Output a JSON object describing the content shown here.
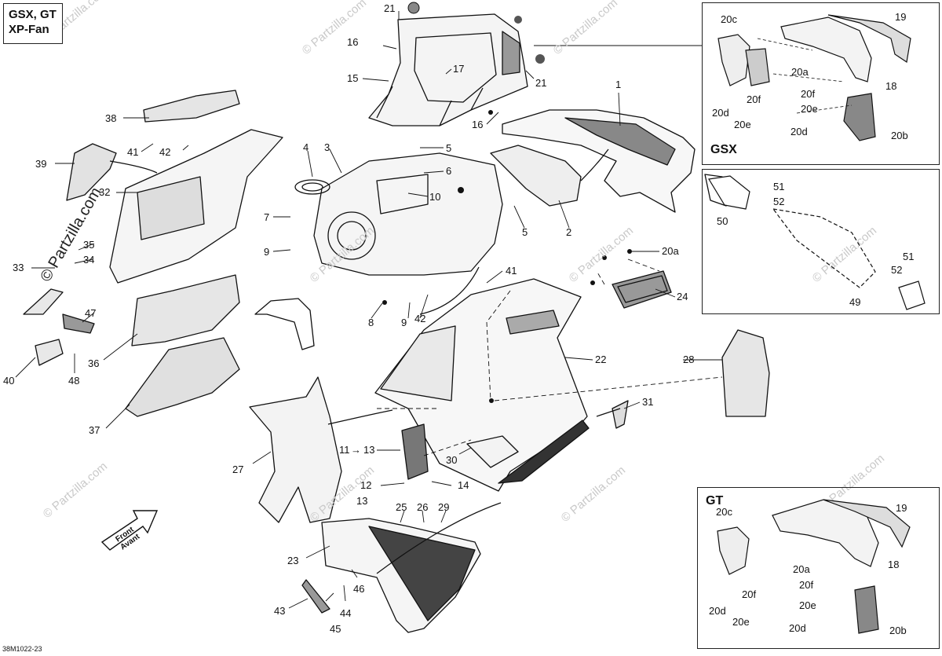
{
  "model_box": {
    "line1": "GSX, GT",
    "line2": "XP-Fan"
  },
  "insets": {
    "gsx_label": "GSX",
    "gt_label": "GT"
  },
  "diagram_code": "38M1022-23",
  "watermark": {
    "text": "© Partzilla.com"
  },
  "front_arrow": {
    "line1": "Front",
    "line2": "Avant"
  },
  "callouts": {
    "c1": "1",
    "c2": "2",
    "c3": "3",
    "c4": "4",
    "c5a": "5",
    "c5b": "5",
    "c6": "6",
    "c7": "7",
    "c8": "8",
    "c9a": "9",
    "c9b": "9",
    "c10": "10",
    "c11": "11",
    "c12": "12",
    "c13a": "13",
    "c13b": "13",
    "c14": "14",
    "c15": "15",
    "c16a": "16",
    "c16b": "16",
    "c17": "17",
    "c21a": "21",
    "c21b": "21",
    "c22": "22",
    "c23": "23",
    "c24": "24",
    "c25": "25",
    "c26": "26",
    "c27": "27",
    "c28": "28",
    "c29": "29",
    "c30": "30",
    "c31": "31",
    "c32": "32",
    "c33": "33",
    "c34": "34",
    "c35": "35",
    "c36": "36",
    "c37": "37",
    "c38": "38",
    "c39": "39",
    "c40": "40",
    "c41a": "41",
    "c41b": "41",
    "c42a": "42",
    "c42b": "42",
    "c43": "43",
    "c44": "44",
    "c45": "45",
    "c46": "46",
    "c47": "47",
    "c48": "48",
    "c20a": "20a",
    "gsx19": "19",
    "gsx20c": "20c",
    "gsx20a": "20a",
    "gsx18": "18",
    "gsx20f": "20f",
    "gsx20f2": "20f",
    "gsx20d": "20d",
    "gsx20e": "20e",
    "gsx20e2": "20e",
    "gsx20d2": "20d",
    "gsx20b": "20b",
    "m50": "50",
    "m51a": "51",
    "m52a": "52",
    "m51b": "51",
    "m52b": "52",
    "m49": "49",
    "gt19": "19",
    "gt20c": "20c",
    "gt18": "18",
    "gt20a": "20a",
    "gt20f": "20f",
    "gt20f2": "20f",
    "gt20d": "20d",
    "gt20e": "20e",
    "gt20e2": "20e",
    "gt20d2": "20d",
    "gt20b": "20b"
  },
  "colors": {
    "line": "#111111",
    "shade": "#d8d8d8",
    "dark": "#555555",
    "watermark": "#c9c9c9"
  }
}
